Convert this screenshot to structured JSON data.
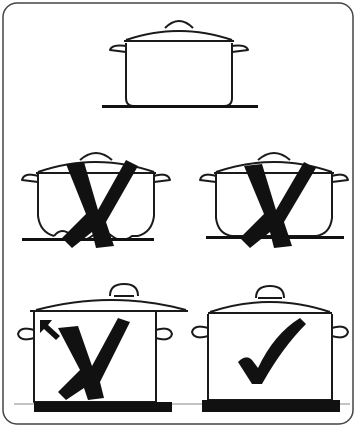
{
  "panels": [
    {
      "id": "correct-flat-pot",
      "verdict": "correct",
      "mark": "none"
    },
    {
      "id": "warped-bottom-pot",
      "verdict": "incorrect",
      "mark": "cross"
    },
    {
      "id": "off-center-pot",
      "verdict": "incorrect",
      "mark": "cross"
    },
    {
      "id": "lid-overhang-pot",
      "verdict": "incorrect",
      "mark": "cross",
      "indicator": "arrow-icon"
    },
    {
      "id": "matching-size-pot",
      "verdict": "correct",
      "mark": "check"
    }
  ],
  "colors": {
    "line": "#1a1a1a",
    "mark": "#111111",
    "burner": "#111111",
    "border": "#444444"
  }
}
